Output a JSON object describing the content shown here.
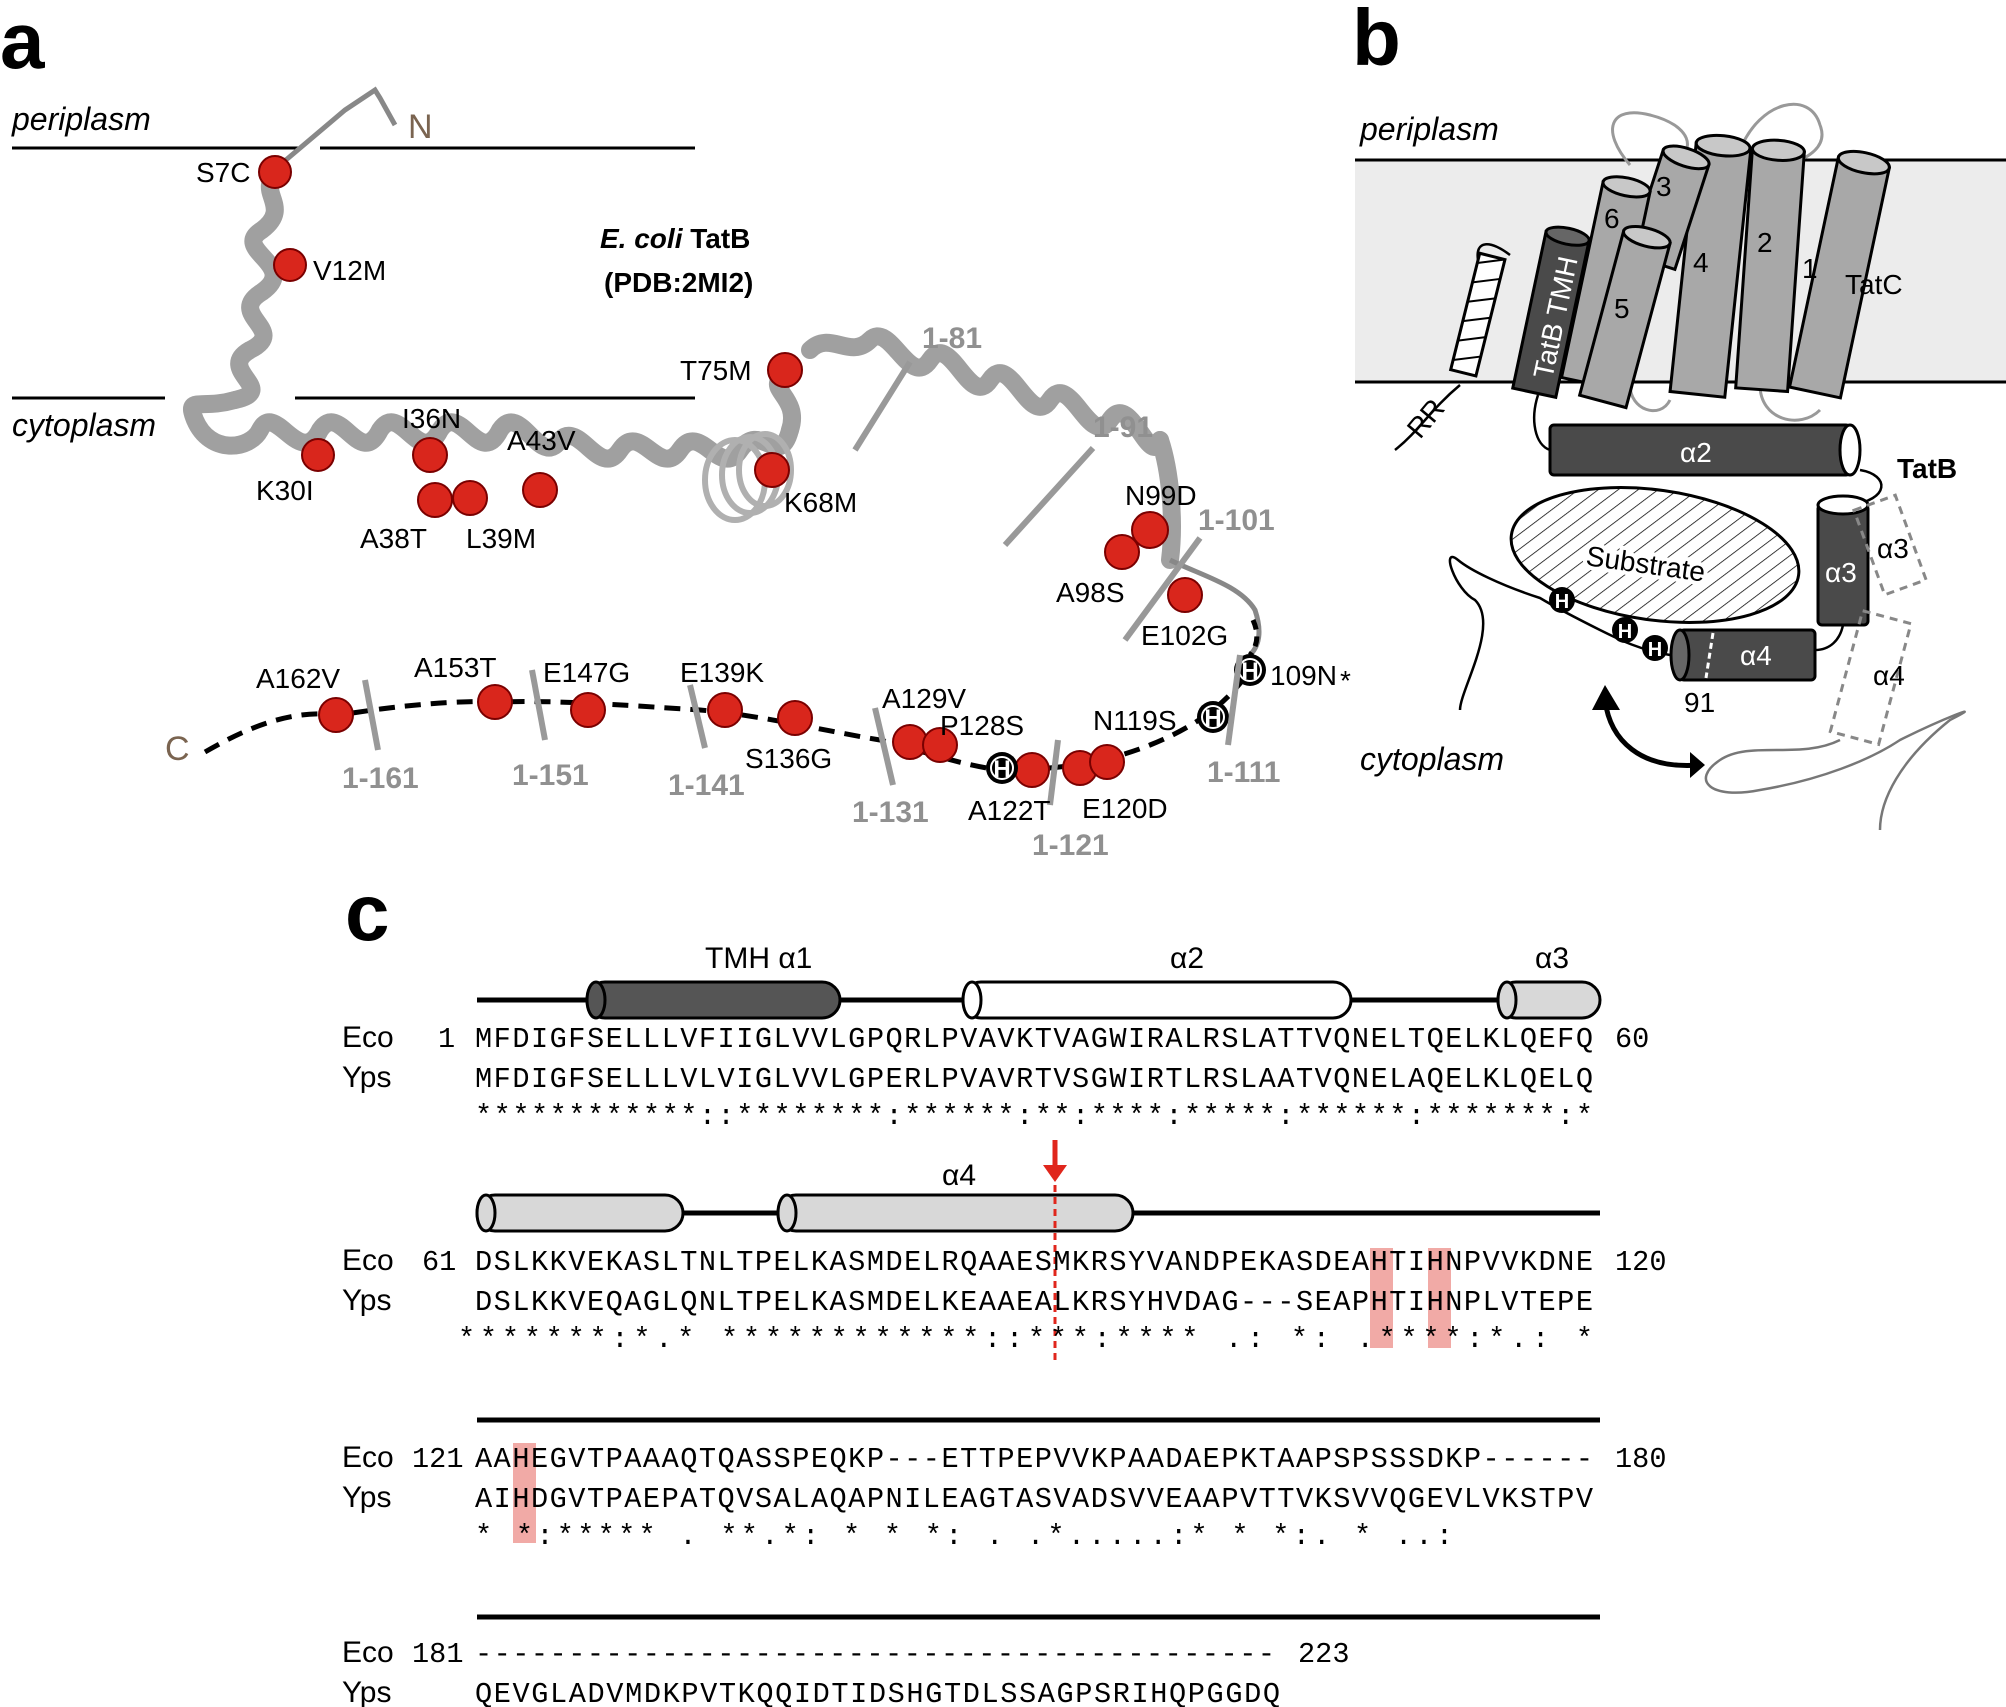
{
  "panels": {
    "a": "a",
    "b": "b",
    "c": "c"
  },
  "panel_a": {
    "periplasm": "periplasm",
    "cytoplasm": "cytoplasm",
    "protein": "E. coli",
    "protein_suffix": " TatB",
    "pdb": "(PDB:2MI2)",
    "n_term": "N",
    "c_term": "C",
    "mutations": [
      "S7C",
      "V12M",
      "I36N",
      "A43V",
      "K30I",
      "A38T",
      "L39M",
      "T75M",
      "K68M",
      "N99D",
      "A98S",
      "E102G",
      "109N",
      "A162V",
      "A153T",
      "E147G",
      "E139K",
      "S136G",
      "A129V",
      "P128S",
      "N119S",
      "A122T",
      "E120D"
    ],
    "truncations": [
      "1-81",
      "1-91",
      "1-101",
      "1-111",
      "1-121",
      "1-131",
      "1-141",
      "1-151",
      "1-161"
    ],
    "his_label": "H",
    "asterisk": "*"
  },
  "panel_b": {
    "periplasm": "periplasm",
    "cytoplasm": "cytoplasm",
    "tatb_title": "TatB",
    "tatc": "TatC",
    "tatb_tmh": "TatB TMH",
    "rr": "RR",
    "substrate": "Substrate",
    "tatc_helices": [
      "1",
      "2",
      "3",
      "4",
      "5",
      "6"
    ],
    "alpha2": "α2",
    "alpha3": "α3",
    "alpha4": "α4",
    "residue": "91",
    "his_label": "H"
  },
  "panel_c": {
    "blocks": [
      {
        "features": [
          "TMH α1",
          "α2",
          "α3"
        ],
        "eco_label": "Eco",
        "eco_start": "1",
        "eco_seq": "MFDIGFSELLLVFIIGLVVLGPQRLPVAVKTVAGWIRALRSLATTVQNELTQELKLQEFQ",
        "eco_end": "60",
        "yps_label": "Yps",
        "yps_seq": "MFDIGFSELLLVLVIGLVVLGPERLPVAVRTVSGWIRTLRSLAATVQNELAQELKLQELQ",
        "cons": "************::********:******:**:****:*****:******:*******:*"
      },
      {
        "features": [
          "α4"
        ],
        "eco_label": "Eco",
        "eco_start": "61",
        "eco_seq": "DSLKKVEKASLTNLTPELKASMDELRQAAESMKRSYVANDPEKASDEAHTIHNPVVKDNE",
        "eco_end": "120",
        "yps_label": "Yps",
        "yps_seq": "DSLKKVEQAGLQNLTPELKASMDELKEAAEALKRSYHVDAG---SEAPHTIHNPLVTEPE",
        "cons": "*******:*.* ************::***:****  .:       *: .****:*.: *"
      },
      {
        "eco_label": "Eco",
        "eco_start": "121",
        "eco_seq": "AAHEGVTPAAAQTQASSPEQKP---ETTPEPVVKPAADAEPKTAAPSPSSSDKP------",
        "eco_end": "180",
        "yps_label": "Yps",
        "yps_seq": "AIHDGVTPAEPATQVSALAQAPNILEAGTASVADSVVEAAPVTTVKSVVQGEVLVKSTPV",
        "cons": "* *:***** . **.*:  * *   *: . .*.....:* * *:. *   ..:"
      },
      {
        "eco_label": "Eco",
        "eco_start": "181",
        "eco_seq": "-------------------------------------------",
        "eco_end": "223",
        "yps_label": "Yps",
        "yps_seq": "QEVGLADVMDKPVTKQQIDTIDSHGTDLSSAGPSRIHQPGGDQ"
      }
    ]
  }
}
